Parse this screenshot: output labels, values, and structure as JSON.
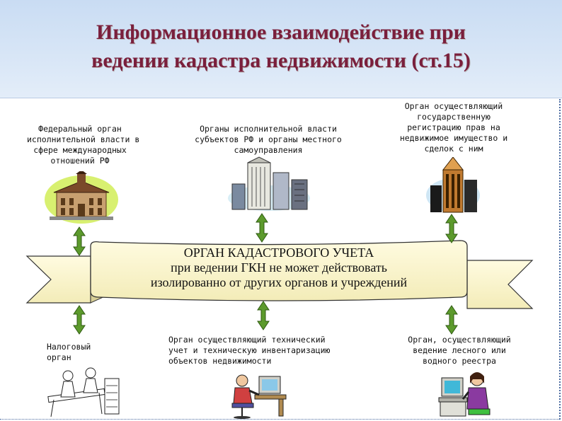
{
  "header": {
    "title_line1": "Информационное взаимодействие при",
    "title_line2": "ведении кадастра недвижимости (ст.15)"
  },
  "banner": {
    "line1": "ОРГАН  КАДАСТРОВОГО  УЧЕТА",
    "line2": "при ведении ГКН не может действовать",
    "line3": "изолированно от других органов и учреждений"
  },
  "nodes": {
    "federal": {
      "line1": "Федеральный орган",
      "line2": "исполнительной власти в",
      "line3": "сфере международных",
      "line4": "отношений РФ",
      "icon": "government-building-icon"
    },
    "regional": {
      "line1": "Органы исполнительной власти",
      "line2": "субъектов РФ и органы местного",
      "line3": "самоуправления",
      "icon": "city-buildings-icon"
    },
    "registration": {
      "line1": "Орган осуществляющий",
      "line2": "государственную",
      "line3": "регистрацию прав на",
      "line4": "недвижимое имущество и",
      "line5": "сделок с ним",
      "icon": "skyscraper-icon"
    },
    "tax": {
      "line1": "Налоговый",
      "line2": "орган",
      "icon": "office-workers-icon"
    },
    "technical": {
      "line1": "Орган осуществляющий технический",
      "line2": "учет и техническую инвентаризацию",
      "line3": "объектов недвижимости",
      "icon": "computer-worker-icon"
    },
    "forest": {
      "line1": "Орган, осуществляющий",
      "line2": "ведение лесного или",
      "line3": "водного реестра",
      "icon": "computer-woman-icon"
    }
  },
  "colors": {
    "title": "#7a1f3c",
    "header_bg": "#c9dcf3",
    "banner_fill": "#fbf6cf",
    "arrow": "#5c9a2c"
  }
}
